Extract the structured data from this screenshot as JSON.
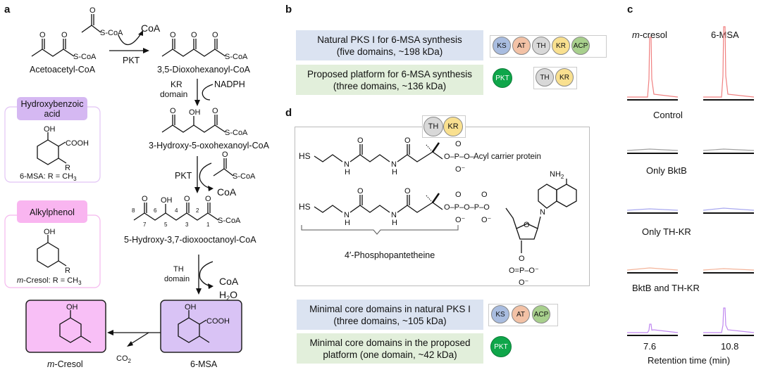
{
  "colors": {
    "ks": "#a9bde0",
    "at": "#f3c2a6",
    "th": "#d8d8d8",
    "kr": "#f9e08f",
    "acp": "#a8d08d",
    "pkt": "#0fa64a",
    "hydroxybenzoic_label": "#d5b8f2",
    "alkylphenol_label": "#f9b5f0",
    "cresol_box": "#f8bff6",
    "msa_box": "#d9c3f5",
    "trace_control": "#f08080",
    "trace_bktb": "#a0a0a0",
    "trace_thkr": "#a9a9f0",
    "trace_both": "#f4b49a",
    "trace_full": "#c088f0"
  },
  "panel_a": {
    "label": "a",
    "acetyl_coa": "S-CoA",
    "coa_out_1": "CoA",
    "enzyme_pkt_1": "PKT",
    "acetoacetyl_name": "Acetoacetyl-CoA",
    "dioxohexanoyl_name": "3,5-Dioxohexanoyl-CoA",
    "kr_domain": [
      "KR",
      "domain"
    ],
    "nadph": "NADPH",
    "hydroxy_oxo_name": "3-Hydroxy-5-oxohexanoyl-CoA",
    "enzyme_pkt_2": "PKT",
    "coa_out_2": "CoA",
    "dioxooctanoyl_name": "5-Hydroxy-3,7-dioxooctanoyl-CoA",
    "carbon_numbers": [
      "8",
      "7",
      "6",
      "5",
      "4",
      "3",
      "2",
      "1"
    ],
    "th_domain": [
      "TH",
      "domain"
    ],
    "coa_out_3": "CoA",
    "water": "H2O",
    "co2": "CO2",
    "msa_name": "6-MSA",
    "cresol_name": "m-Cresol",
    "hydroxybenzoic_title": [
      "Hydroxybenzoic",
      "acid"
    ],
    "msa_r": "6-MSA: R = CH3",
    "alkylphenol_title": "Alkylphenol",
    "cresol_r": "m-Cresol: R = CH3",
    "oh": "OH",
    "cooh": "COOH",
    "r": "R",
    "o": "O",
    "s_coa": "S-CoA"
  },
  "panel_b": {
    "label": "b",
    "rows": [
      {
        "text": [
          "Natural PKS I for 6-MSA synthesis",
          "(five domains, ~198 kDa)"
        ],
        "domains": [
          "KS",
          "AT",
          "TH",
          "KR",
          "ACP"
        ]
      },
      {
        "text": [
          "Proposed platform for 6-MSA synthesis",
          "(three domains, ~136 kDa)"
        ],
        "domains": [
          "PKT",
          "TH",
          "KR"
        ]
      }
    ]
  },
  "panel_c": {
    "label": "c",
    "columns": [
      "m-cresol",
      "6-MSA"
    ],
    "conditions": [
      "Control",
      "Only BktB",
      "Only TH-KR",
      "BktB and TH-KR",
      ""
    ],
    "x_ticks": [
      "7.6",
      "10.8"
    ],
    "xlabel": "Retention time (min)"
  },
  "panel_d": {
    "label": "d",
    "top_domains": [
      "TH",
      "KR"
    ],
    "acp_label": "Acyl carrier protein",
    "phosphopantetheine": "4′-Phosphopantetheine",
    "nh2": "NH2",
    "hs": "HS",
    "rows": [
      {
        "text": [
          "Minimal core domains in natural PKS I",
          "(three domains, ~105 kDa)"
        ],
        "domains": [
          "KS",
          "AT",
          "ACP"
        ]
      },
      {
        "text": [
          "Minimal core domains in the proposed",
          "platform (one domain, ~42 kDa)"
        ],
        "domains": [
          "PKT"
        ]
      }
    ]
  }
}
